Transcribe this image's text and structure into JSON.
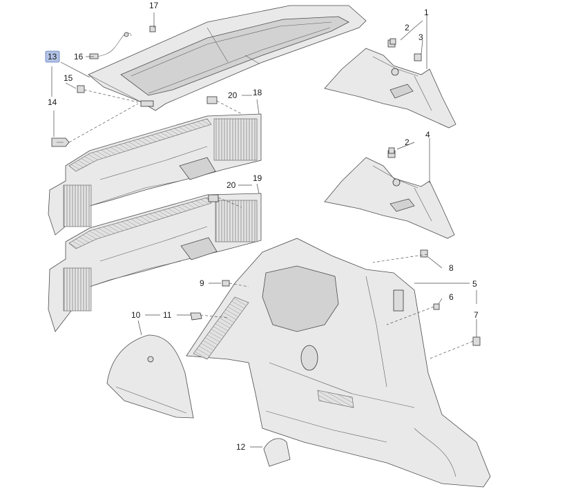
{
  "callouts": {
    "c1": "1",
    "c2a": "2",
    "c2b": "2",
    "c3": "3",
    "c4": "4",
    "c5": "5",
    "c6": "6",
    "c7": "7",
    "c8": "8",
    "c9": "9",
    "c10": "10",
    "c11": "11",
    "c12": "12",
    "c13": "13",
    "c14": "14",
    "c15": "15",
    "c16": "16",
    "c17": "17",
    "c18": "18",
    "c19": "19",
    "c20a": "20",
    "c20b": "20"
  },
  "colors": {
    "highlight": "#b3c3e6",
    "highlight_border": "#5b77b8"
  }
}
